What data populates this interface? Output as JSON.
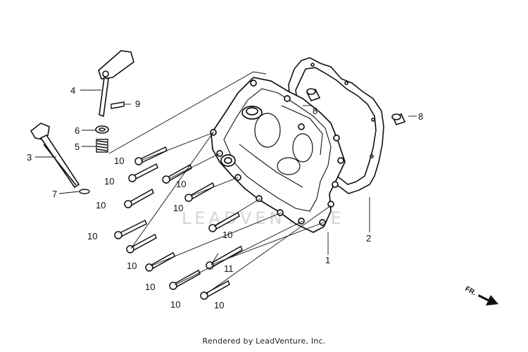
{
  "callouts": {
    "c1": "1",
    "c2": "2",
    "c3": "3",
    "c4": "4",
    "c5": "5",
    "c6": "6",
    "c7": "7",
    "c8a": "8",
    "c8b": "8",
    "c9": "9",
    "c10a": "10",
    "c10b": "10",
    "c10c": "10",
    "c10d": "10",
    "c10e": "10",
    "c10f": "10",
    "c10g": "10",
    "c10h": "10",
    "c10i": "10",
    "c10j": "10",
    "c10k": "10",
    "c11": "11"
  },
  "direction_label": "FR.",
  "watermark": "LEADVENTURE",
  "footer": "Rendered by LeadVenture, Inc."
}
